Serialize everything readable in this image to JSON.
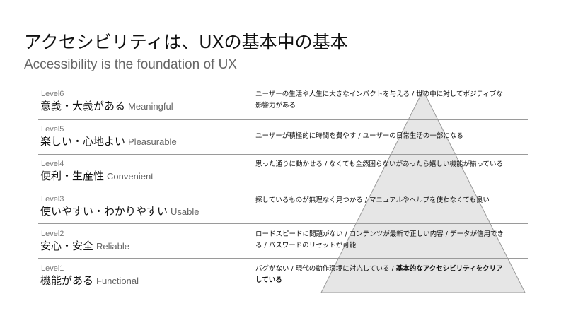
{
  "title": "アクセシビリティは、UXの基本中の基本",
  "subtitle": "Accessibility is the foundation of UX",
  "levels": [
    {
      "level": "Level6",
      "name": "意義・大義がある",
      "english": "Meaningful",
      "description": "ユーザーの生活や人生に大きなインパクトを与える / 世の中に対してポジティブな影響力がある",
      "description_bold": ""
    },
    {
      "level": "Level5",
      "name": "楽しい・心地よい",
      "english": "Pleasurable",
      "description": "ユーザーが積極的に時間を費やす / ユーザーの日常生活の一部になる",
      "description_bold": ""
    },
    {
      "level": "Level4",
      "name": "便利・生産性",
      "english": "Convenient",
      "description": "思った通りに動かせる / なくても全然困らないがあったら嬉しい機能が揃っている",
      "description_bold": ""
    },
    {
      "level": "Level3",
      "name": "使いやすい・わかりやすい",
      "english": "Usable",
      "description": "探しているものが無理なく見つかる / マニュアルやヘルプを使わなくても良い",
      "description_bold": ""
    },
    {
      "level": "Level2",
      "name": "安心・安全",
      "english": "Reliable",
      "description": "ロードスピードに問題がない / コンテンツが最新で正しい内容 / データが信用できる / パスワードのリセットが可能",
      "description_bold": ""
    },
    {
      "level": "Level1",
      "name": "機能がある",
      "english": "Functional",
      "description": "バグがない / 現代の動作環境に対応している / ",
      "description_bold": "基本的なアクセシビリティをクリアしている"
    }
  ],
  "colors": {
    "pyramid_fill": "#e6e6e6",
    "pyramid_stroke": "#9a9a9a",
    "divider": "#9a9a9a",
    "secondary_text": "#666666"
  }
}
